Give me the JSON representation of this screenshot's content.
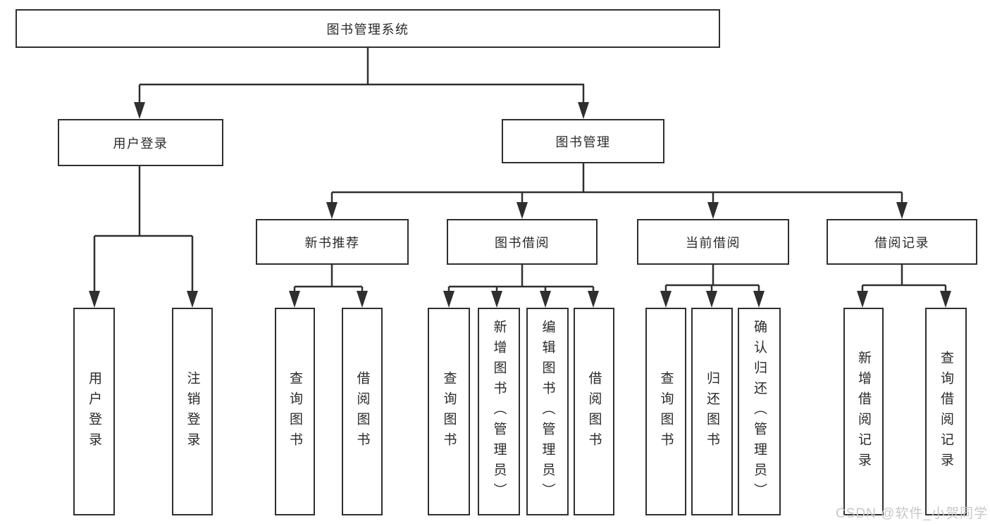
{
  "diagram": {
    "nodes": [
      {
        "id": "root",
        "label": "图书管理系统",
        "parent": null
      },
      {
        "id": "user-login",
        "label": "用户登录",
        "parent": "root"
      },
      {
        "id": "book-mgmt",
        "label": "图书管理",
        "parent": "root"
      },
      {
        "id": "new-book-rec",
        "label": "新书推荐",
        "parent": "book-mgmt"
      },
      {
        "id": "book-borrow",
        "label": "图书借阅",
        "parent": "book-mgmt"
      },
      {
        "id": "current-borrow",
        "label": "当前借阅",
        "parent": "book-mgmt"
      },
      {
        "id": "borrow-records",
        "label": "借阅记录",
        "parent": "book-mgmt"
      },
      {
        "id": "login",
        "label": "用户登录",
        "parent": "user-login"
      },
      {
        "id": "logout",
        "label": "注销登录",
        "parent": "user-login"
      },
      {
        "id": "nbr-query",
        "label": "查询图书",
        "parent": "new-book-rec"
      },
      {
        "id": "nbr-borrow",
        "label": "借阅图书",
        "parent": "new-book-rec"
      },
      {
        "id": "bb-query",
        "label": "查询图书",
        "parent": "book-borrow"
      },
      {
        "id": "bb-add",
        "label": "新增图书（管理员）",
        "parent": "book-borrow"
      },
      {
        "id": "bb-edit",
        "label": "编辑图书（管理员）",
        "parent": "book-borrow"
      },
      {
        "id": "bb-borrow",
        "label": "借阅图书",
        "parent": "book-borrow"
      },
      {
        "id": "cb-query",
        "label": "查询图书",
        "parent": "current-borrow"
      },
      {
        "id": "cb-return",
        "label": "归还图书",
        "parent": "current-borrow"
      },
      {
        "id": "cb-confirm",
        "label": "确认归还（管理员）",
        "parent": "current-borrow"
      },
      {
        "id": "br-add",
        "label": "新增借阅记录",
        "parent": "borrow-records"
      },
      {
        "id": "br-query",
        "label": "查询借阅记录",
        "parent": "borrow-records"
      }
    ]
  },
  "watermark": {
    "text": "CSDN @软件_小贺同学"
  },
  "colors": {
    "line": "#2f2f2f",
    "box_border": "#2f2f2f",
    "box_fill": "#ffffff",
    "text": "#2a2a2a",
    "watermark": "#c8c8c8"
  }
}
